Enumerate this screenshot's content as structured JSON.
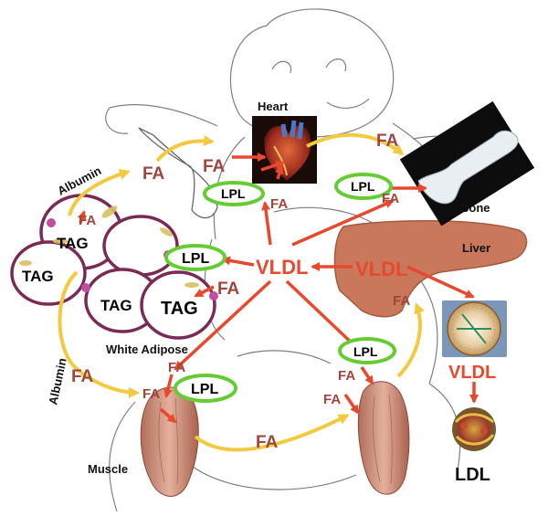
{
  "diagram": {
    "organs": {
      "heart": "Heart",
      "bone": "Bone",
      "liver": "Liver",
      "white_adipose": "White Adipose",
      "muscle": "Muscle"
    },
    "carriers": {
      "albumin_top": "Albumin",
      "albumin_left": "Albumin"
    },
    "fatty_acid": "FA",
    "lipoprotein_lipase": "LPL",
    "vldl": "VLDL",
    "ldl": "LDL",
    "triacylglycerol": "TAG"
  },
  "colors": {
    "fa_text": "#a0463c",
    "vldl_text": "#e8482e",
    "red_arrow": "#e8482e",
    "yellow_arrow": "#f3c93f",
    "lpl_ring": "#66cc33",
    "adipocyte_border": "#7a2a55",
    "liver": "#c9785b",
    "muscle": "#c98b74"
  }
}
